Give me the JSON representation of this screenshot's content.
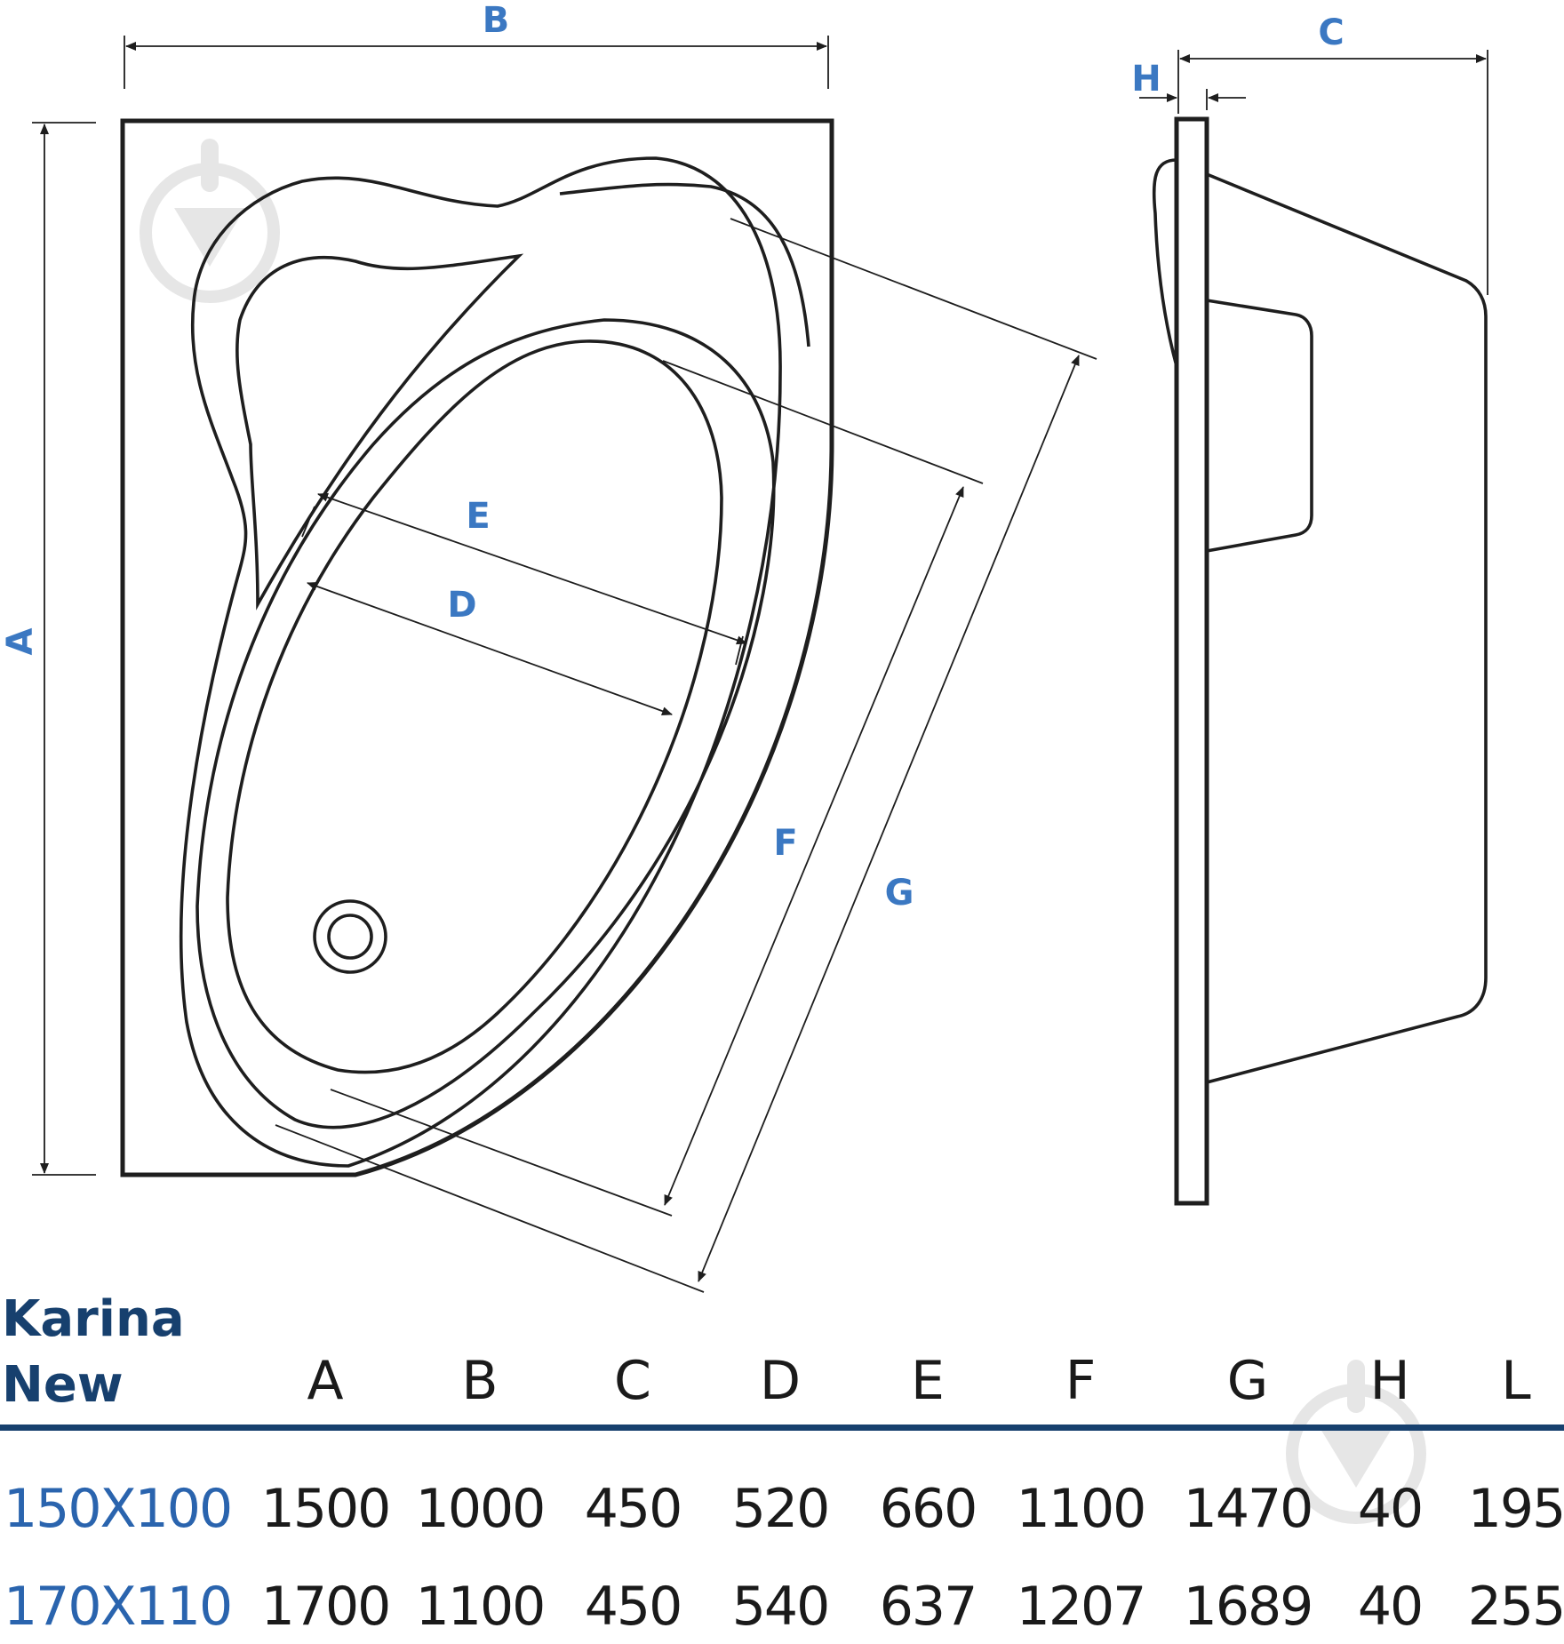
{
  "diagram": {
    "dimension_labels": {
      "a": "A",
      "b": "B",
      "c": "C",
      "d": "D",
      "e": "E",
      "f": "F",
      "g": "G",
      "h": "H"
    }
  },
  "table": {
    "product_name_line1": "Karina",
    "product_name_line2": "New",
    "columns": [
      "A",
      "B",
      "C",
      "D",
      "E",
      "F",
      "G",
      "H",
      "L"
    ],
    "rows": [
      {
        "label": "150X100",
        "values": [
          "1500",
          "1000",
          "450",
          "520",
          "660",
          "1100",
          "1470",
          "40",
          "195"
        ]
      },
      {
        "label": "170X110",
        "values": [
          "1700",
          "1100",
          "450",
          "540",
          "637",
          "1207",
          "1689",
          "40",
          "255"
        ]
      }
    ]
  },
  "colors": {
    "label_blue": "#3b78c2",
    "title_navy": "#17406e",
    "line": "#1e1e1e",
    "watermark": "#e6e6e6"
  },
  "icons": [
    "watermark-logo-icon",
    "drain-icon"
  ]
}
